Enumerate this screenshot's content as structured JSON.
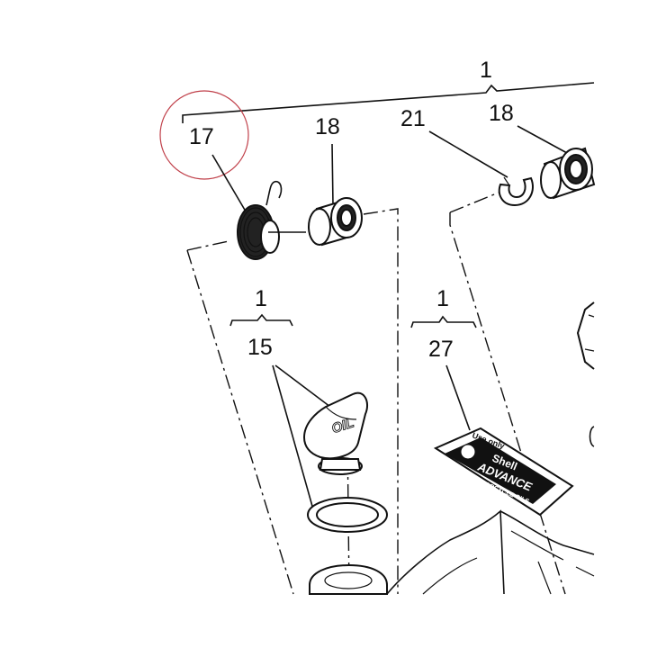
{
  "callouts": {
    "top_assembly": "1",
    "spring": "17",
    "bearing_left": "18",
    "clip": "21",
    "bearing_right": "18",
    "cap_group_qty": "1",
    "cap": "15",
    "label_group_qty": "1",
    "decal": "27"
  },
  "decal": {
    "oil_text": "OIL",
    "brand_small": "Use only",
    "brand_name": "Shell",
    "brand_product": "ADVANCE",
    "brand_sub": "MOTORCYCLE OILS"
  },
  "colors": {
    "ink": "#111111",
    "highlight_circle": "#c0404a",
    "background": "#ffffff"
  }
}
